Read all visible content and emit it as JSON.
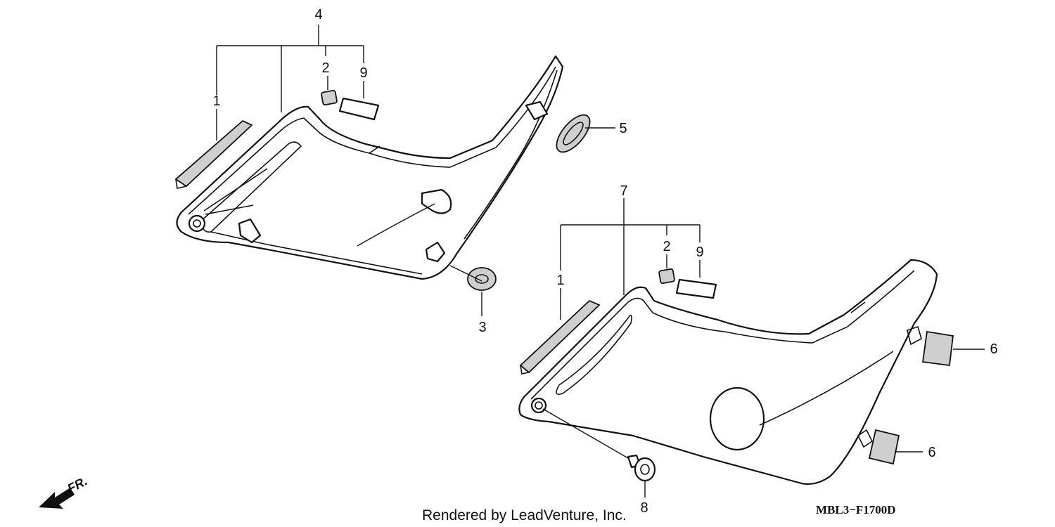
{
  "callouts": {
    "c1a": "1",
    "c2a": "2",
    "c9a": "9",
    "c4": "4",
    "c5": "5",
    "c3": "3",
    "c7": "7",
    "c1b": "1",
    "c2b": "2",
    "c9b": "9",
    "c6a": "6",
    "c6b": "6",
    "c8": "8"
  },
  "direction_label": "FR.",
  "credit": "Rendered by LeadVenture, Inc.",
  "diagram_code": "MBL3−F1700D"
}
